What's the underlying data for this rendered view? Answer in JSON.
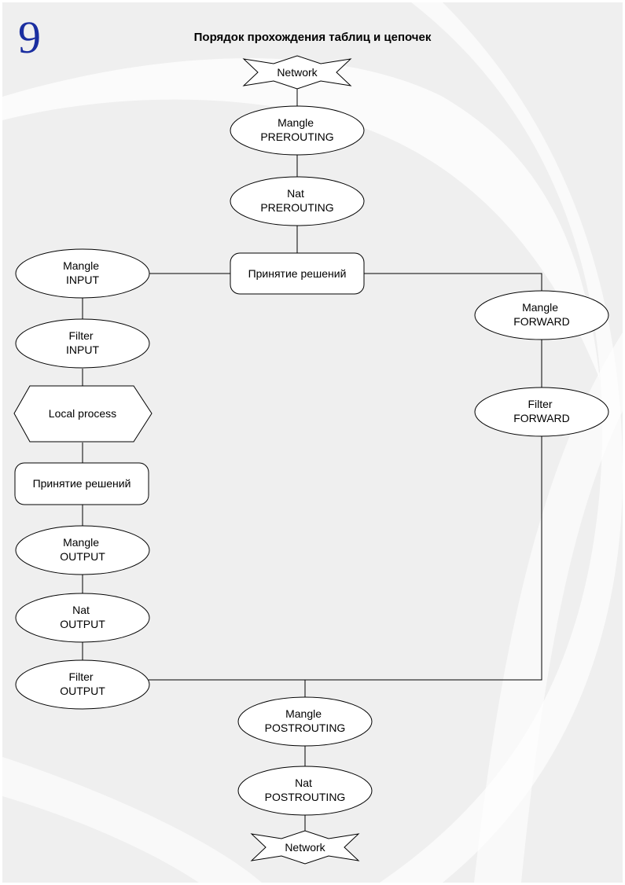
{
  "page": {
    "number": "9",
    "title": "Порядок прохождения таблиц и цепочек"
  },
  "nodes": {
    "network_in": {
      "lines": [
        "Network"
      ]
    },
    "mangle_prerouting": {
      "lines": [
        "Mangle",
        "PREROUTING"
      ]
    },
    "nat_prerouting": {
      "lines": [
        "Nat",
        "PREROUTING"
      ]
    },
    "routing_decision_1": {
      "lines": [
        "Принятие решений"
      ]
    },
    "mangle_input": {
      "lines": [
        "Mangle",
        "INPUT"
      ]
    },
    "filter_input": {
      "lines": [
        "Filter",
        "INPUT"
      ]
    },
    "local_process": {
      "lines": [
        "Local process"
      ]
    },
    "routing_decision_2": {
      "lines": [
        "Принятие решений"
      ]
    },
    "mangle_output": {
      "lines": [
        "Mangle",
        "OUTPUT"
      ]
    },
    "nat_output": {
      "lines": [
        "Nat",
        "OUTPUT"
      ]
    },
    "filter_output": {
      "lines": [
        "Filter",
        "OUTPUT"
      ]
    },
    "mangle_forward": {
      "lines": [
        "Mangle",
        "FORWARD"
      ]
    },
    "filter_forward": {
      "lines": [
        "Filter",
        "FORWARD"
      ]
    },
    "mangle_postrouting": {
      "lines": [
        "Mangle",
        "POSTROUTING"
      ]
    },
    "nat_postrouting": {
      "lines": [
        "Nat",
        "POSTROUTING"
      ]
    },
    "network_out": {
      "lines": [
        "Network"
      ]
    }
  },
  "colors": {
    "page_background": "#efefef",
    "swoosh": "#ffffff",
    "node_fill": "#ffffff",
    "stroke": "#000000",
    "page_number": "#1a2ea0"
  }
}
